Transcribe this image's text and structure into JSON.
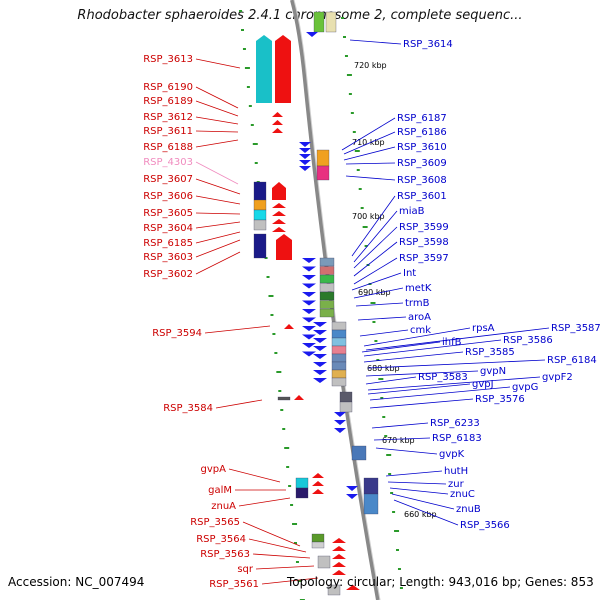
{
  "title": "Rhodobacter sphaeroides 2.4.1 chromosome 2, complete sequenc...",
  "footer": {
    "accession": "Accession: NC_007494",
    "topology": "Topology: circular; Length: 943,016 bp; Genes: 853"
  },
  "colors": {
    "forward_label": "#cc0000",
    "reverse_label": "#0000cc",
    "highlight_label": "#f08cbf",
    "backbone": "#888888",
    "tick": "#2a9a2a"
  },
  "kbp_marks": [
    "720 kbp",
    "710 kbp",
    "700 kbp",
    "690 kbp",
    "680 kbp",
    "670 kbp",
    "660 kbp"
  ],
  "left_labels": [
    {
      "text": "RSP_3613"
    },
    {
      "text": "RSP_6190"
    },
    {
      "text": "RSP_6189"
    },
    {
      "text": "RSP_3612"
    },
    {
      "text": "RSP_3611"
    },
    {
      "text": "RSP_6188"
    },
    {
      "text": "RSP_4303",
      "highlight": true
    },
    {
      "text": "RSP_3607"
    },
    {
      "text": "RSP_3606"
    },
    {
      "text": "RSP_3605"
    },
    {
      "text": "RSP_3604"
    },
    {
      "text": "RSP_6185"
    },
    {
      "text": "RSP_3603"
    },
    {
      "text": "RSP_3602"
    },
    {
      "text": "RSP_3594"
    },
    {
      "text": "RSP_3584"
    },
    {
      "text": "gvpA"
    },
    {
      "text": "galM"
    },
    {
      "text": "znuA"
    },
    {
      "text": "RSP_3565"
    },
    {
      "text": "RSP_3564"
    },
    {
      "text": "RSP_3563"
    },
    {
      "text": "sqr"
    },
    {
      "text": "RSP_3561"
    }
  ],
  "right_labels": [
    {
      "text": "RSP_3614"
    },
    {
      "text": "RSP_6187"
    },
    {
      "text": "RSP_6186"
    },
    {
      "text": "RSP_3610"
    },
    {
      "text": "RSP_3609"
    },
    {
      "text": "RSP_3608"
    },
    {
      "text": "RSP_3601"
    },
    {
      "text": "miaB"
    },
    {
      "text": "RSP_3599"
    },
    {
      "text": "RSP_3598"
    },
    {
      "text": "RSP_3597"
    },
    {
      "text": "Int"
    },
    {
      "text": "metK"
    },
    {
      "text": "trmB"
    },
    {
      "text": "aroA"
    },
    {
      "text": "cmk"
    },
    {
      "text": "rpsA"
    },
    {
      "text": "RSP_3587"
    },
    {
      "text": "ihfB"
    },
    {
      "text": "RSP_3586"
    },
    {
      "text": "RSP_3585"
    },
    {
      "text": "RSP_6184"
    },
    {
      "text": "gvpN"
    },
    {
      "text": "RSP_3583"
    },
    {
      "text": "gvpF2"
    },
    {
      "text": "gvpJ"
    },
    {
      "text": "gvpG"
    },
    {
      "text": "RSP_3576"
    },
    {
      "text": "RSP_6233"
    },
    {
      "text": "RSP_6183"
    },
    {
      "text": "gvpK"
    },
    {
      "text": "hutH"
    },
    {
      "text": "zur"
    },
    {
      "text": "znuC"
    },
    {
      "text": "znuB"
    },
    {
      "text": "RSP_3566"
    }
  ]
}
